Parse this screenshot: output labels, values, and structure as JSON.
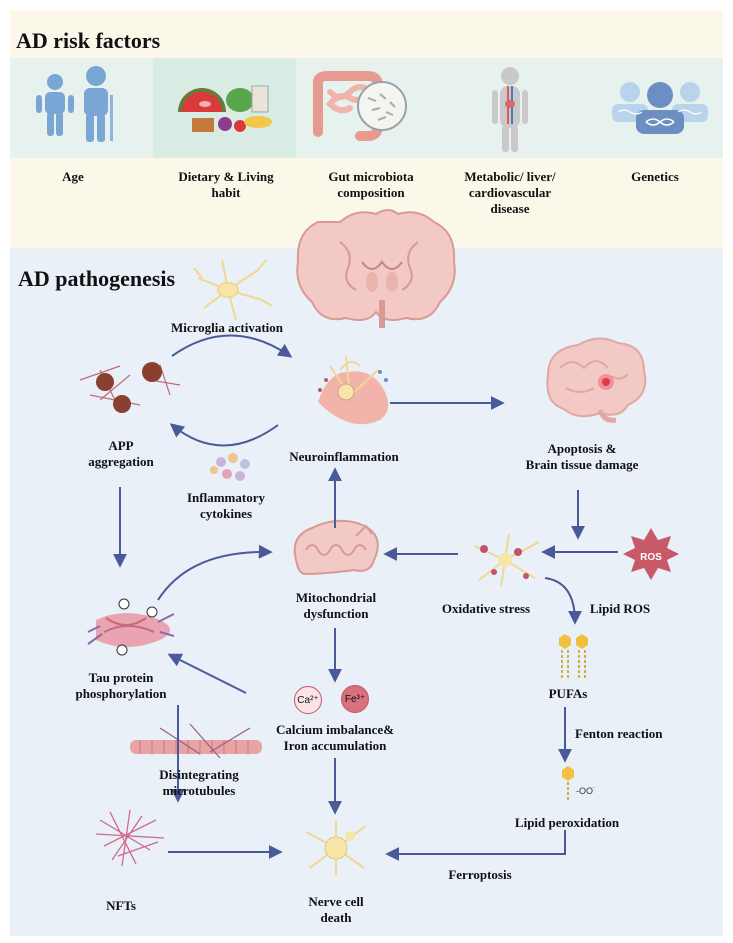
{
  "risk_factors": {
    "title": "AD risk factors",
    "items": [
      {
        "label": "Age"
      },
      {
        "label": "Dietary & Living\nhabit"
      },
      {
        "label": "Gut microbiota\ncomposition"
      },
      {
        "label": "Metabolic/ liver/\ncardiovascular\ndisease"
      },
      {
        "label": "Genetics"
      }
    ]
  },
  "pathogenesis": {
    "title": "AD pathogenesis",
    "nodes": {
      "microglia": "Microglia activation",
      "app": "APP\naggregation",
      "neuroinflammation": "Neuroinflammation",
      "cytokines": "Inflammatory\ncytokines",
      "apoptosis": "Apoptosis &\nBrain tissue damage",
      "mitochondrial": "Mitochondrial\ndysfunction",
      "oxidative": "Oxidative stress",
      "lipid_ros": "Lipid ROS",
      "tau": "Tau protein\nphosphorylation",
      "calcium": "Calcium imbalance&\nIron accumulation",
      "pufas": "PUFAs",
      "fenton": "Fenton reaction",
      "microtubules": "Disintegrating\nmicrotubules",
      "lipid_perox": "Lipid peroxidation",
      "ferroptosis": "Ferroptosis",
      "nfts": "NFTs",
      "death": "Nerve cell\ndeath"
    },
    "badges": {
      "ros": "ROS",
      "ca": "Ca²⁺",
      "fe": "Fe³⁺",
      "oo": "-OO˙"
    }
  },
  "colors": {
    "arrow": "#4a5a98",
    "top_bg": "#fbf7e9",
    "strip_bg": "#e7f2ee",
    "bottom_bg": "#e9f0f8",
    "brain": "#f2c9c4",
    "accent_pink": "#c0566a",
    "blue_people": "#7aa6d6"
  },
  "icons": [
    "elderly-people-icon",
    "food-icon",
    "intestine-icon",
    "body-organs-icon",
    "dna-people-icon",
    "brain-section-icon",
    "microglia-icon",
    "amyloid-plaque-icon",
    "neuron-inflammation-icon",
    "cytokine-icon",
    "brain-icon",
    "mitochondria-icon",
    "oxidative-neuron-icon",
    "ros-burst-icon",
    "tau-fibril-icon",
    "ion-icon",
    "lipid-bilayer-icon",
    "microtubule-icon",
    "peroxidized-lipid-icon",
    "tangle-icon",
    "dead-neuron-icon"
  ]
}
